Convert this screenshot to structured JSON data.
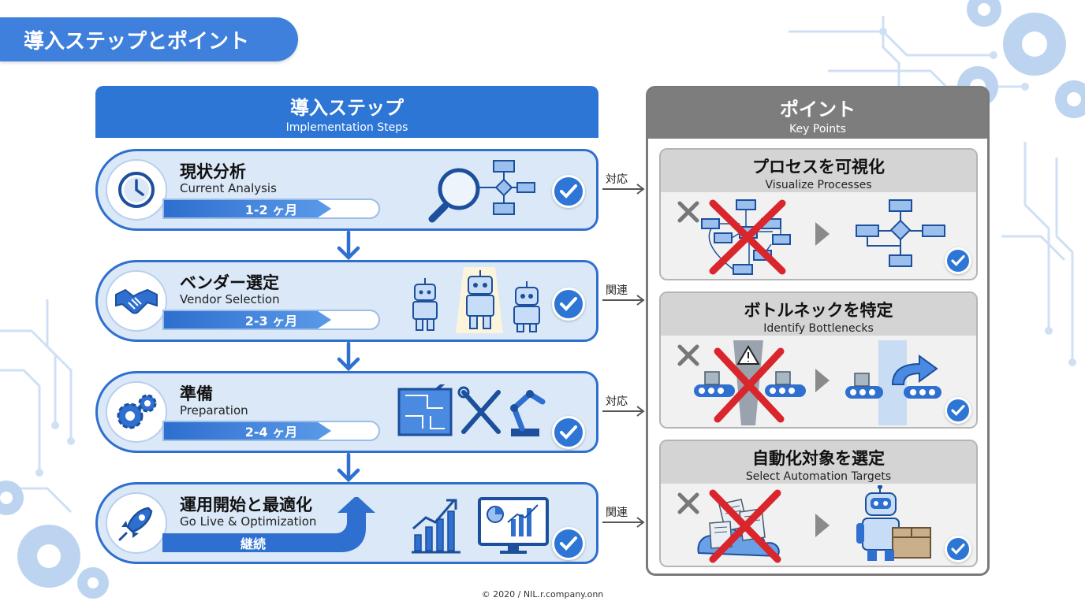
{
  "page_title": "導入ステップとポイント",
  "steps_header": {
    "title": "導入ステップ",
    "subtitle": "Implementation Steps"
  },
  "steps": [
    {
      "title": "現状分析",
      "subtitle": "Current Analysis",
      "duration": "1-2 ヶ月"
    },
    {
      "title": "ベンダー選定",
      "subtitle": "Vendor Selection",
      "duration": "2-3 ヶ月"
    },
    {
      "title": "準備",
      "subtitle": "Preparation",
      "duration": "2-4 ヶ月"
    },
    {
      "title": "運用開始と最適化",
      "subtitle": "Go Live & Optimization",
      "duration": "継続"
    }
  ],
  "connectors": [
    "対応",
    "関連",
    "対応",
    "関連"
  ],
  "points_header": {
    "title": "ポイント",
    "subtitle": "Key Points"
  },
  "points": [
    {
      "title": "プロセスを可視化",
      "subtitle": "Visualize Processes"
    },
    {
      "title": "ボトルネックを特定",
      "subtitle": "Identify Bottlenecks"
    },
    {
      "title": "自動化対象を選定",
      "subtitle": "Select Automation Targets"
    }
  ],
  "footer": "© 2020 / NIL.r.company.onn",
  "colors": {
    "primary": "#2e76d6",
    "step_bg": "#dbe8f8",
    "gray_header": "#7d7d7d",
    "cross": "#d9262c"
  }
}
